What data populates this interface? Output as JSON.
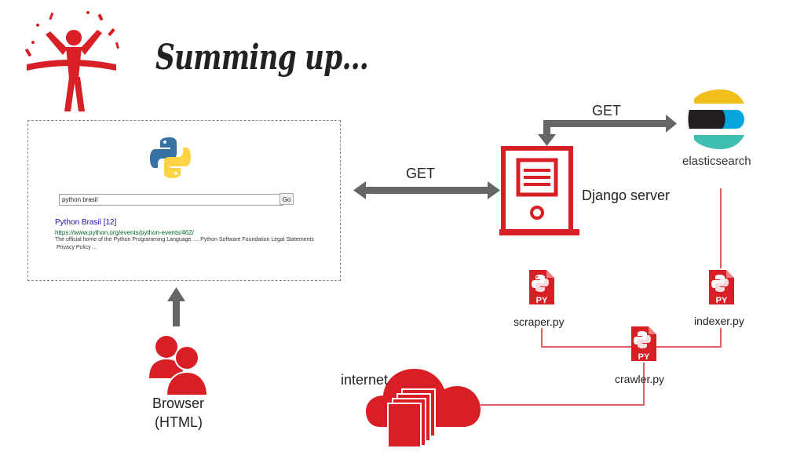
{
  "slide": {
    "title": "Summing up..."
  },
  "browser_mock": {
    "search_value": "python brasil",
    "go_label": "Go",
    "result_title": "Python Brasil [12]",
    "result_url": "https://www.python.org/events/python-events/462/",
    "snippet_line1": "The official home of the Python Programming Language. ... Python Software Foundation  Legal Statements",
    "snippet_line2": "Privacy Policy ..."
  },
  "labels": {
    "get_left": "GET",
    "get_top": "GET",
    "django": "Django server",
    "elasticsearch": "elasticsearch",
    "scraper": "scraper.py",
    "indexer": "indexer.py",
    "crawler": "crawler.py",
    "internet": "internet",
    "browser_line1": "Browser",
    "browser_line2": "(HTML)",
    "py_badge": "PY"
  },
  "colors": {
    "accent_red": "#d81f26",
    "arrow_gray": "#666666",
    "connector_red": "#e06060",
    "es_yellow": "#f0bf1a",
    "es_black": "#231f20",
    "es_blue": "#07a5de",
    "es_teal": "#3ebeb0",
    "python_blue": "#3772a4",
    "python_yellow": "#ffd343"
  },
  "icons": [
    "celebration-icon",
    "python-logo-icon",
    "server-icon",
    "elasticsearch-logo-icon",
    "python-file-icon",
    "users-icon",
    "cloud-icon"
  ]
}
